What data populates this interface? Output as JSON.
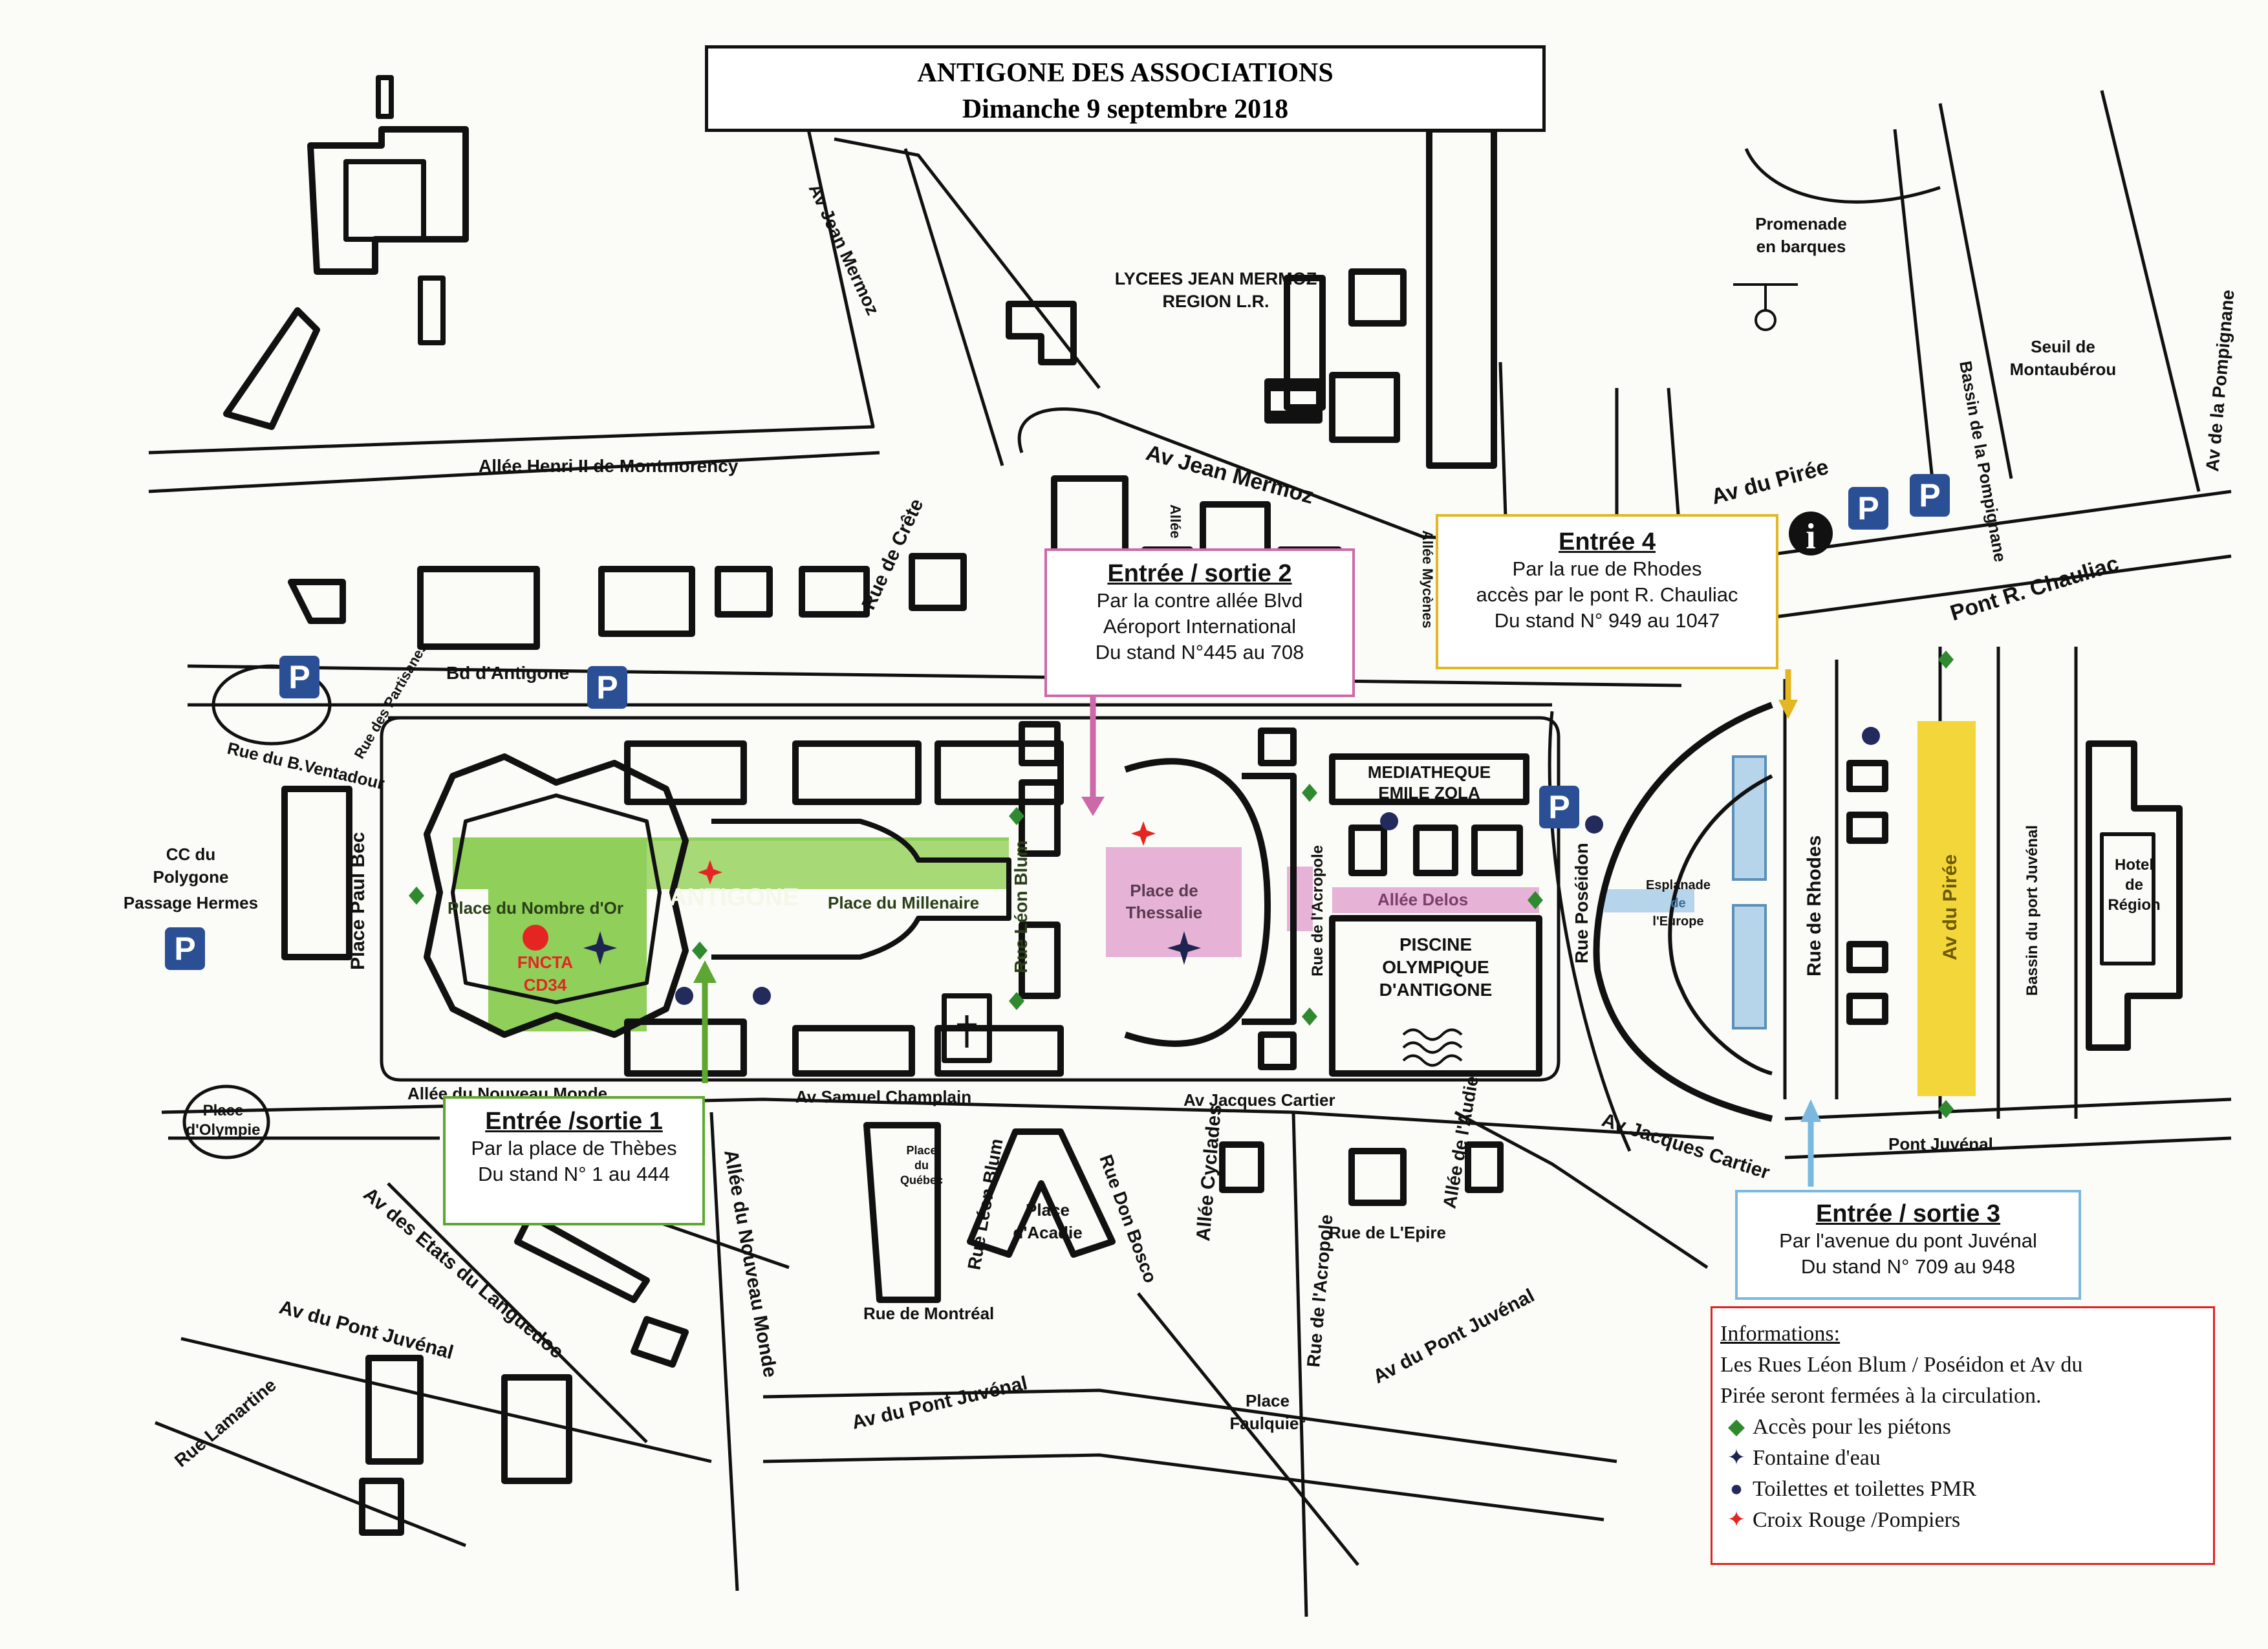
{
  "header": {
    "title": "ANTIGONE DES ASSOCIATIONS",
    "subtitle": "Dimanche 9 septembre 2018"
  },
  "colors": {
    "zone_green": "#8fcf5a",
    "zone_pink": "#e6b2d6",
    "zone_blue": "#b6d4ea",
    "zone_yellow": "#f3d73a",
    "entrance1_border": "#5da631",
    "entrance2_border": "#cc6aa8",
    "entrance3_border": "#7ab8df",
    "entrance4_border": "#e3b624",
    "parking_blue": "#2b4f95",
    "marker_red": "#e52521",
    "access_green": "#2f8a2f",
    "toilet_navy": "#232a5c"
  },
  "map_labels": {
    "allee_henri": "Allée Henri II de Montmorency",
    "av_jean_mermoz_top": "Av Jean Mermoz",
    "av_jean_mermoz_mid": "Av Jean Mermoz",
    "lycees": "LYCEES JEAN MERMOZ",
    "region_lr": "REGION L.R.",
    "promenade1": "Promenade",
    "promenade2": "en barques",
    "seuil1": "Seuil de",
    "seuil2": "Montaubérou",
    "bassin_pompignane": "Bassin de la Pompignane",
    "av_pompignane": "Av de la Pompignane",
    "av_piree_top": "Av du Pirée",
    "pont_chauliac": "Pont R. Chauliac",
    "rue_crete": "Rue de Crête",
    "allee_short": "Allée",
    "allee_mycenes": "Allée Mycènes",
    "bd_antigone": "Bd d'Antigone",
    "rue_partisanes": "Rue des Partisanes",
    "rue_ventadour": "Rue du B.Ventadour",
    "cc1": "CC du",
    "cc2": "Polygone",
    "passage_hermes": "Passage Hermes",
    "place_paul_bec": "Place Paul Bec",
    "place_nombre_or": "Place du Nombre d'Or",
    "antigone": "ANTIGONE",
    "place_millenaire": "Place du Millenaire",
    "fncta": "FNCTA",
    "cd34": "CD34",
    "rue_leon_blum": "Rue Léon Blum",
    "place_thessalie1": "Place de",
    "place_thessalie2": "Thessalie",
    "rue_acropole_mid": "Rue de l'Acropole",
    "mediatheque1": "MEDIATHEQUE",
    "mediatheque2": "EMILE ZOLA",
    "allee_delos": "Allée Delos",
    "piscine1": "PISCINE",
    "piscine2": "OLYMPIQUE",
    "piscine3": "D'ANTIGONE",
    "rue_poseidon": "Rue Poséidon",
    "esplanade1": "Esplanade",
    "esplanade2": "de",
    "esplanade3": "l'Europe",
    "rue_rhodes": "Rue de Rhodes",
    "av_piree_right": "Av du Pirée",
    "bassin_port_juvenal": "Bassin du port Juvénal",
    "hotel1": "Hotel",
    "hotel2": "de",
    "hotel3": "Région",
    "place_olympie1": "Place",
    "place_olympie2": "d'Olympie",
    "allee_nouveau_monde_top": "Allée du Nouveau Monde",
    "av_samuel": "Av Samuel Champlain",
    "av_jacques_cartier_mid": "Av Jacques Cartier",
    "av_jacques_cartier_right": "Av Jacques Cartier",
    "pont_juvenal": "Pont Juvénal",
    "av_etats": "Av des Etats du Languedoc",
    "allee_nouveau_monde_vert": "Allée du Nouveau Monde",
    "place_quebec1": "Place",
    "place_quebec2": "du",
    "place_quebec3": "Québec",
    "rue_leon_blum_low": "Rue Léon Blum",
    "place_acadie1": "Place",
    "place_acadie2": "d'Acadie",
    "rue_don_bosco": "Rue Don Bosco",
    "allee_cyclades": "Allée Cyclades",
    "rue_acropole_low": "Rue de l'Acropole",
    "rue_epire": "Rue de L'Epire",
    "allee_audie": "Allée de l'Audie",
    "rue_montreal": "Rue de Montréal",
    "av_pont_juvenal_left": "Av du Pont Juvénal",
    "av_pont_juvenal_mid": "Av du Pont Juvénal",
    "av_pont_juvenal_right": "Av du Pont Juvénal",
    "place_faulquier1": "Place",
    "place_faulquier2": "Faulquier",
    "rue_lamartine": "Rue Lamartine"
  },
  "entrances": {
    "e1": {
      "title": "Entrée /sortie 1",
      "line1": "Par la place de Thèbes",
      "line2": "Du stand N° 1 au 444"
    },
    "e2": {
      "title": "Entrée / sortie 2",
      "line1": "Par la contre allée Blvd",
      "line2": "Aéroport International",
      "line3": "Du stand N°445 au 708"
    },
    "e3": {
      "title": "Entrée / sortie 3",
      "line1": "Par l'avenue du pont Juvénal",
      "line2": "Du stand N° 709 au 948"
    },
    "e4": {
      "title": "Entrée 4",
      "line1": "Par la rue de Rhodes",
      "line2": "accès par le pont R. Chauliac",
      "line3": "Du stand N° 949 au 1047"
    }
  },
  "parking_label": "P",
  "info_icon": "i",
  "info": {
    "heading": "Informations:",
    "text1": "Les Rues Léon Blum / Poséidon et Av du",
    "text2": "Pirée seront fermées à la circulation.",
    "legend": [
      {
        "icon": "green-diamond-icon",
        "glyph": "◆",
        "label": "Accès pour les piétons"
      },
      {
        "icon": "fountain-star-icon",
        "glyph": "✦",
        "label": "Fontaine d'eau"
      },
      {
        "icon": "toilet-dot-icon",
        "glyph": "●",
        "label": "Toilettes et toilettes PMR"
      },
      {
        "icon": "red-cross-star-icon",
        "glyph": "✦",
        "label": "Croix Rouge /Pompiers"
      }
    ]
  }
}
